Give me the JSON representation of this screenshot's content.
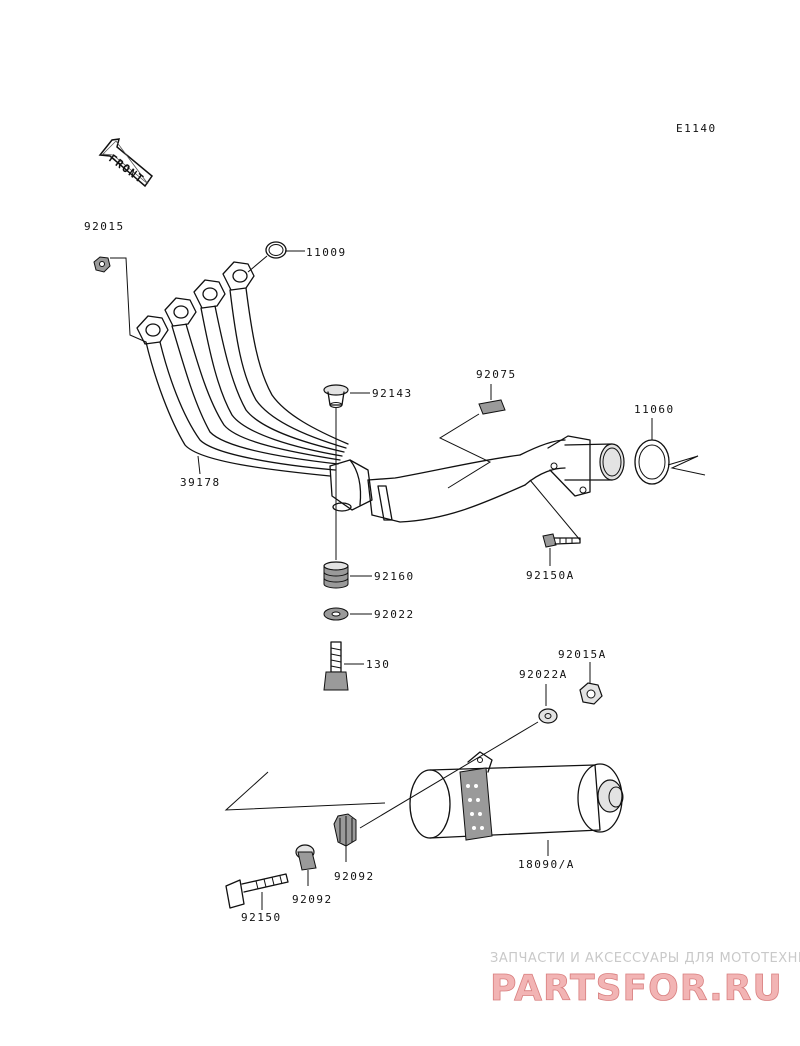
{
  "diagram": {
    "code": "E1140",
    "front_label": "FRONT",
    "part_numbers": {
      "p92015": "92015",
      "p11009": "11009",
      "p92075": "92075",
      "p92143": "92143",
      "p11060": "11060",
      "p39178": "39178",
      "p92150A": "92150A",
      "p92160": "92160",
      "p92022": "92022",
      "p130": "130",
      "p92015A": "92015A",
      "p92022A": "92022A",
      "p18090A": "18090/A",
      "p92092a": "92092",
      "p92092b": "92092",
      "p92150": "92150"
    }
  },
  "watermark": {
    "tagline": "ЗАПЧАСТИ И АКСЕССУАРЫ ДЛЯ МОТОТЕХНИКИ",
    "logo": "PARTSFOR.RU"
  }
}
